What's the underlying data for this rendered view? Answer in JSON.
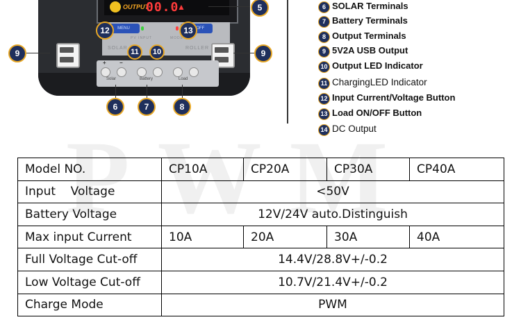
{
  "watermark": "PWM",
  "device": {
    "display_label": "OUTPUT",
    "display_value": "00.0",
    "btn_menu": "MENU",
    "btn_onoff": "ON/OFF",
    "brand_text_left": "SOLAR",
    "brand_text_right": "ROLLER",
    "pv_input_label": "PV INPUT",
    "mode_label": "MODE",
    "terminal_sign_plus": "+",
    "terminal_sign_minus": "−",
    "terminal_label_solar": "Solar",
    "terminal_label_battery": "Battery",
    "terminal_label_load": "Load"
  },
  "callouts": {
    "c5": "5",
    "c6": "6",
    "c7": "7",
    "c8": "8",
    "c9a": "9",
    "c9b": "9",
    "c10": "10",
    "c11": "11",
    "c12": "12",
    "c13": "13"
  },
  "legend": [
    {
      "num": "6",
      "label": "SOLAR Terminals"
    },
    {
      "num": "7",
      "label": "Battery Terminals"
    },
    {
      "num": "8",
      "label": "Output Terminals"
    },
    {
      "num": "9",
      "label": "5V2A USB Output"
    },
    {
      "num": "10",
      "label": "Output LED Indicator"
    },
    {
      "num": "11",
      "label": "ChargingLED Indicator"
    },
    {
      "num": "12",
      "label": "Input Current/Voltage Button"
    },
    {
      "num": "13",
      "label": "Load ON/OFF Button"
    },
    {
      "num": "14",
      "label": "DC Output"
    }
  ],
  "spec_table": {
    "header": {
      "label": "Model NO.",
      "models": [
        "CP10A",
        "CP20A",
        "CP30A",
        "CP40A"
      ]
    },
    "rows": [
      {
        "label": "Input    Voltage",
        "value": "<50V"
      },
      {
        "label": "Battery Voltage",
        "value": "12V/24V auto.Distinguish"
      },
      {
        "label": "Max input Current",
        "values": [
          "10A",
          "20A",
          "30A",
          "40A"
        ]
      },
      {
        "label": "Full Voltage Cut-off",
        "value": "14.4V/28.8V+/-0.2"
      },
      {
        "label": "Low Voltage Cut-off",
        "value": "10.7V/21.4V+/-0.2"
      },
      {
        "label": "Charge Mode",
        "value": "PWM"
      }
    ]
  },
  "colors": {
    "callout_fill": "#1f2f5c",
    "callout_ring": "#e9a825",
    "display_digits": "#ff3b3b",
    "button_blue": "#2a52b8"
  }
}
